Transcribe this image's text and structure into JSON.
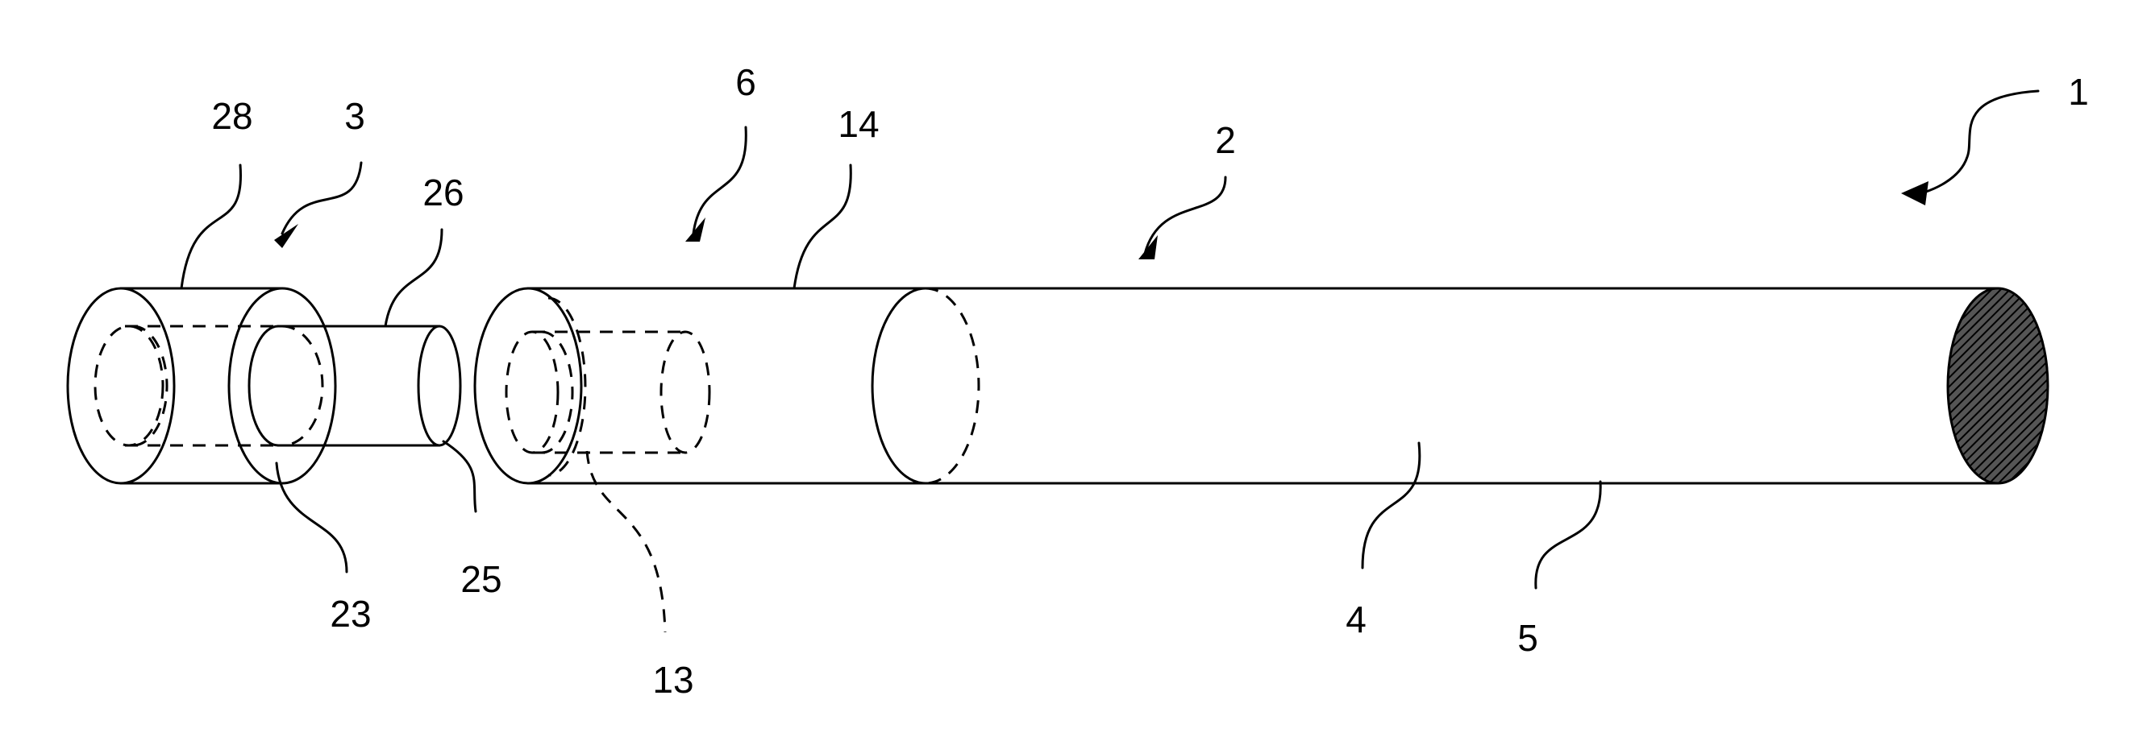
{
  "labels": {
    "l1": "1",
    "l2": "2",
    "l3": "3",
    "l4": "4",
    "l5": "5",
    "l6": "6",
    "l13": "13",
    "l14": "14",
    "l23": "23",
    "l25": "25",
    "l26": "26",
    "l28": "28"
  },
  "colors": {
    "line": "#000000",
    "end_hatch_fill": "#555555",
    "background": "#ffffff"
  }
}
